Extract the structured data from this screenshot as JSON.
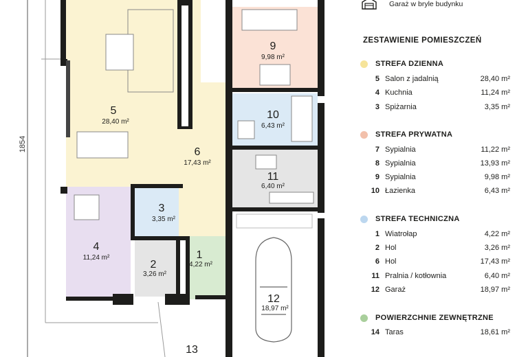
{
  "dimension_label": "1854",
  "rooms": [
    {
      "no": "5",
      "area": "28,40 m²"
    },
    {
      "no": "9",
      "area": "9,98 m²"
    },
    {
      "no": "10",
      "area": "6,43 m²"
    },
    {
      "no": "6",
      "area": "17,43 m²"
    },
    {
      "no": "11",
      "area": "6,40 m²"
    },
    {
      "no": "3",
      "area": "3,35 m²"
    },
    {
      "no": "4",
      "area": "11,24 m²"
    },
    {
      "no": "2",
      "area": "3,26 m²"
    },
    {
      "no": "1",
      "area": "4,22 m²"
    },
    {
      "no": "12",
      "area": "18,97 m²"
    },
    {
      "no": "13",
      "area": ""
    }
  ],
  "legend": {
    "garage_note": "Garaż w bryle budynku",
    "title": "ZESTAWIENIE POMIESZCZEŃ",
    "zones": [
      {
        "name": "STREFA DZIENNA",
        "color": "#f6e49a",
        "rooms": [
          {
            "no": "5",
            "name": "Salon z jadalnią",
            "area": "28,40 m²"
          },
          {
            "no": "4",
            "name": "Kuchnia",
            "area": "11,24 m²"
          },
          {
            "no": "3",
            "name": "Spiżarnia",
            "area": "3,35 m²"
          }
        ]
      },
      {
        "name": "STREFA PRYWATNA",
        "color": "#f2c0ab",
        "rooms": [
          {
            "no": "7",
            "name": "Sypialnia",
            "area": "11,22 m²"
          },
          {
            "no": "8",
            "name": "Sypialnia",
            "area": "13,93 m²"
          },
          {
            "no": "9",
            "name": "Sypialnia",
            "area": "9,98 m²"
          },
          {
            "no": "10",
            "name": "Łazienka",
            "area": "6,43 m²"
          }
        ]
      },
      {
        "name": "STREFA TECHNICZNA",
        "color": "#bcd7ef",
        "rooms": [
          {
            "no": "1",
            "name": "Wiatrołap",
            "area": "4,22 m²"
          },
          {
            "no": "2",
            "name": "Hol",
            "area": "3,26 m²"
          },
          {
            "no": "6",
            "name": "Hol",
            "area": "17,43 m²"
          },
          {
            "no": "11",
            "name": "Pralnia / kotłownia",
            "area": "6,40 m²"
          },
          {
            "no": "12",
            "name": "Garaż",
            "area": "18,97 m²"
          }
        ]
      },
      {
        "name": "POWIERZCHNIE ZEWNĘTRZNE",
        "color": "#a9cf9c",
        "rooms": [
          {
            "no": "14",
            "name": "Taras",
            "area": "18,61 m²"
          }
        ]
      }
    ]
  }
}
